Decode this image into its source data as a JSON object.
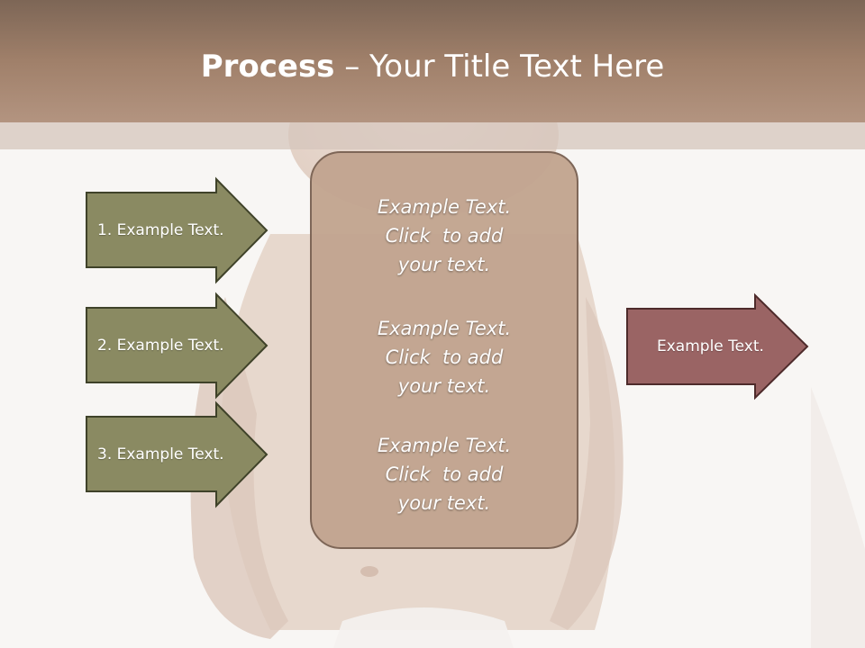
{
  "slide": {
    "title_bold": "Process",
    "title_rest": " – Your Title Text Here"
  },
  "steps": [
    {
      "label": "1. Example Text."
    },
    {
      "label": "2. Example Text."
    },
    {
      "label": "3. Example Text."
    }
  ],
  "center_panel": {
    "blocks": [
      {
        "line1": "Example Text.",
        "line2": "Click  to add",
        "line3": "your text."
      },
      {
        "line1": "Example Text.",
        "line2": "Click  to add",
        "line3": "your text."
      },
      {
        "line1": "Example Text.",
        "line2": "Click  to add",
        "line3": "your text."
      }
    ]
  },
  "result": {
    "label": "Example Text."
  },
  "colors": {
    "title_bar": "#a0806a",
    "step_arrow_fill": "#8a8a62",
    "step_arrow_border": "#3f4229",
    "result_arrow_fill": "#9a6464",
    "result_arrow_border": "#4e2b2b",
    "panel_fill": "#c2a590",
    "panel_border": "#7a6253"
  },
  "background_image": "baby-photo"
}
